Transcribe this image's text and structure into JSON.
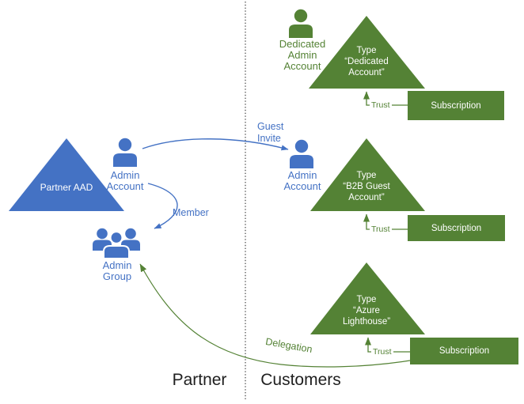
{
  "colors": {
    "partner_blue": "#4472C4",
    "customer_green": "#548235",
    "divider_gray": "#3f3f3f",
    "section_text": "#1f1f1f"
  },
  "partner_side": {
    "section_label": "Partner",
    "aad_triangle_label": "Partner AAD",
    "admin_account_label": "Admin\nAccount",
    "admin_group_label": "Admin\nGroup",
    "member_arrow_label": "Member",
    "guest_invite_arrow_label": "Guest\nInvite"
  },
  "customers_side": {
    "section_label": "Customers",
    "sections": [
      {
        "account_label": "Dedicated\nAdmin\nAccount",
        "triangle_label": "Type\n“Dedicated\nAccount”",
        "trust_label": "Trust",
        "subscription_label": "Subscription"
      },
      {
        "account_label": "Admin\nAccount",
        "triangle_label": "Type\n“B2B Guest\nAccount”",
        "trust_label": "Trust",
        "subscription_label": "Subscription"
      },
      {
        "triangle_label": "Type\n“Azure\nLighthouse”",
        "trust_label": "Trust",
        "subscription_label": "Subscription",
        "delegation_arrow_label": "Delegation"
      }
    ]
  },
  "icons": {
    "person": "person-icon",
    "people_group": "people-group-icon"
  }
}
